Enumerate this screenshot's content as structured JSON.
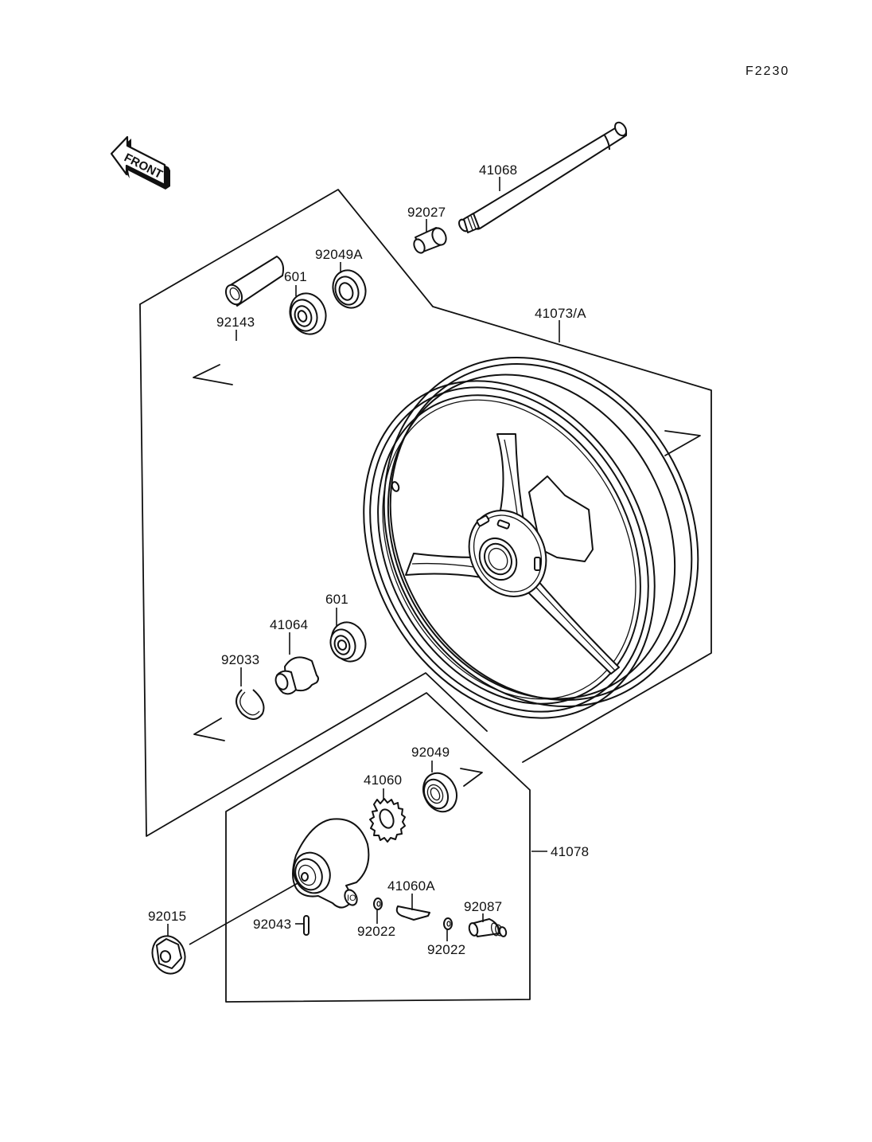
{
  "diagram_code": "F2230",
  "front_arrow": {
    "label": "FRONT",
    "icon": "front-direction-arrow-icon"
  },
  "colors": {
    "ink": "#111111",
    "paper": "#ffffff"
  },
  "parts": {
    "axle": {
      "number": "41068",
      "name": "axle"
    },
    "collar_right": {
      "number": "92027",
      "name": "collar"
    },
    "oil_seal_top": {
      "number": "92049A",
      "name": "oil-seal"
    },
    "bearing_top": {
      "number": "601",
      "name": "ball-bearing"
    },
    "spacer": {
      "number": "92143",
      "name": "spacer-sleeve"
    },
    "wheel": {
      "number": "41073/A",
      "name": "wheel-rim"
    },
    "bearing_bottom": {
      "number": "601",
      "name": "ball-bearing"
    },
    "gear_drive": {
      "number": "41064",
      "name": "gear-drive"
    },
    "circlip": {
      "number": "92033",
      "name": "circlip"
    },
    "oil_seal_bottom": {
      "number": "92049",
      "name": "oil-seal"
    },
    "gear_meter": {
      "number": "41060",
      "name": "gear-meter"
    },
    "meter_gear_housing": {
      "number": "41078",
      "name": "speedometer-gear-housing"
    },
    "pinion": {
      "number": "41060A",
      "name": "pinion-gear"
    },
    "washer_left": {
      "number": "92022",
      "name": "washer"
    },
    "washer_right": {
      "number": "92022",
      "name": "washer"
    },
    "bushing": {
      "number": "92087",
      "name": "bushing"
    },
    "pin": {
      "number": "92043",
      "name": "pin"
    },
    "axle_nut": {
      "number": "92015",
      "name": "axle-nut"
    }
  }
}
